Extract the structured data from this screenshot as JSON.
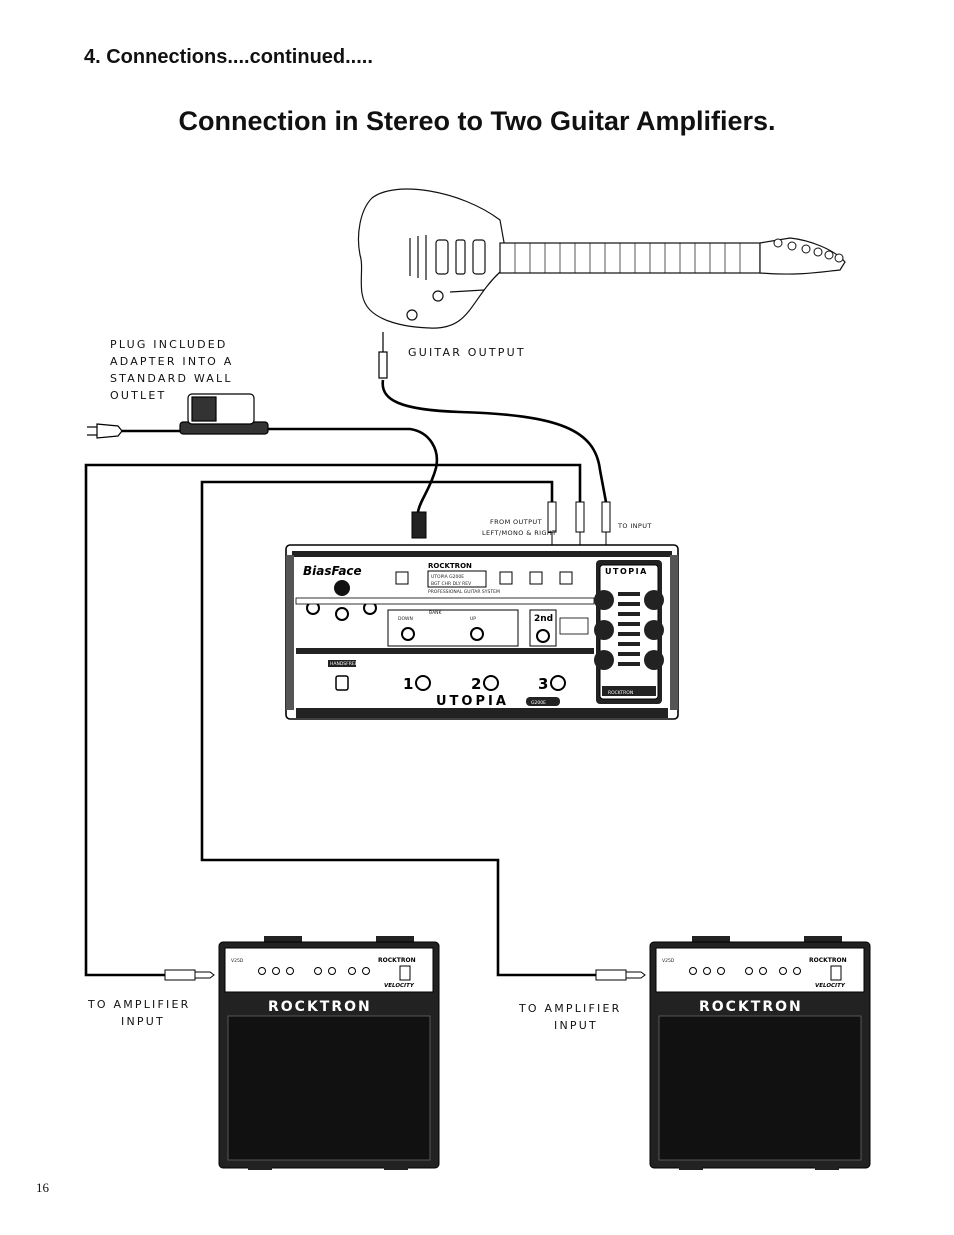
{
  "header": {
    "section_heading": "4. Connections....continued.....",
    "title": "Connection in Stereo to Two Guitar Amplifiers."
  },
  "labels": {
    "adapter_lines": [
      "PLUG INCLUDED",
      "ADAPTER INTO A",
      "STANDARD WALL",
      "OUTLET"
    ],
    "guitar_output": "GUITAR OUTPUT",
    "from_output_line1": "FROM OUTPUT",
    "from_output_line2": "LEFT/MONO & RIGHT",
    "to_input": "TO INPUT",
    "amp_left_lines": [
      "TO AMPLIFIER",
      "INPUT"
    ],
    "amp_right_lines": [
      "TO AMPLIFIER",
      "INPUT"
    ]
  },
  "pedalboard": {
    "brand_script": "BiasFace",
    "maker": "ROCKTRON",
    "display_line1": "UTOPIA G200E",
    "display_line2": "BGT CHR DLY REV",
    "subtitle": "PROFESSIONAL GUITAR SYSTEM",
    "bank_label": "BANK",
    "down_label": "DOWN",
    "up_label": "UP",
    "second_label": "2nd",
    "hand_free_label": "HANDSFREE",
    "switch_numbers": [
      "1",
      "2",
      "3"
    ],
    "logo": "UTOPIA",
    "model": "G200E",
    "side_logo": "UTOPIA",
    "side_brand": "ROCKTRON"
  },
  "amps": {
    "brand": "ROCKTRON",
    "model": "V25D",
    "series": "VELOCITY"
  },
  "footer": {
    "page_number": "16"
  }
}
